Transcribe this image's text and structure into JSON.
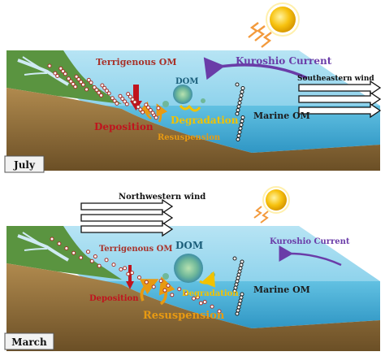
{
  "panels": [
    {
      "id": "july",
      "season_label": "July",
      "labels": {
        "terrigenous": "Terrigenous OM",
        "current": "Kuroshio Current",
        "wind": "Southeastern wind",
        "dom": "DOM",
        "degradation": "Degradation",
        "marine": "Marine OM",
        "deposition": "Deposition",
        "resuspension": "Resuspension"
      }
    },
    {
      "id": "march",
      "season_label": "March",
      "labels": {
        "terrigenous": "Terrigenous OM",
        "current": "Kuroshio Current",
        "wind": "Northwestern wind",
        "dom": "DOM",
        "degradation": "Degradation",
        "marine": "Marine OM",
        "deposition": "Deposition",
        "resuspension": "Resuspension"
      }
    }
  ],
  "colors": {
    "terrigenous": "#a8322a",
    "current": "#6a3ca8",
    "wind": "#111111",
    "dom": "#1b5e7a",
    "degradation": "#f2c200",
    "marine": "#1c1c1c",
    "deposition": "#c0141e",
    "resuspension": "#e89a12",
    "sea": "#8fd3ec",
    "sea_deep": "#3aa8cf",
    "land": "#5a9440",
    "sediment": "#8c6a3a",
    "sun": "#f7c20f"
  },
  "icons": [
    "sun-icon",
    "sunlight-rays-icon",
    "wind-arrow-icon",
    "current-arrow-icon",
    "deposition-arrow-icon"
  ]
}
